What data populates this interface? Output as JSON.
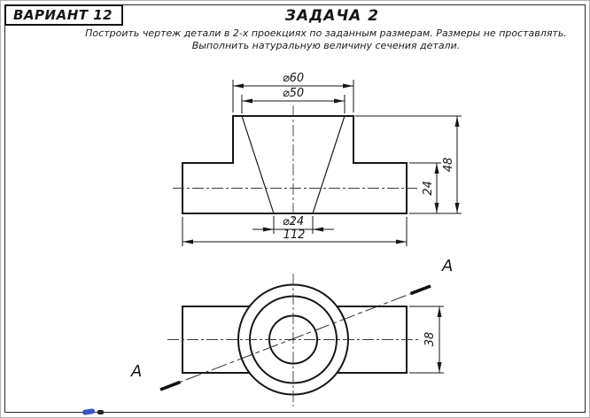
{
  "page": {
    "variant_label": "ВАРИАНТ 12",
    "task_title": "ЗАДАЧА 2",
    "instruction_line1": "Построить чертеж детали в 2-х проекциях по заданным размерам. Размеры не проставлять.",
    "instruction_line2": "Выполнить натуральную величину сечения детали."
  },
  "front_view": {
    "dim_diameter_60": "⌀60",
    "dim_diameter_50": "⌀50",
    "dim_diameter_24": "⌀24",
    "dim_length_112": "112",
    "dim_height_24": "24",
    "dim_height_48": "48"
  },
  "top_view": {
    "dim_height_38": "38",
    "section_label_top": "А",
    "section_label_bottom": "А"
  },
  "colors": {
    "line": "#161616",
    "centerline": "#3a3a3a",
    "scan_blue": "#3a56c4"
  }
}
